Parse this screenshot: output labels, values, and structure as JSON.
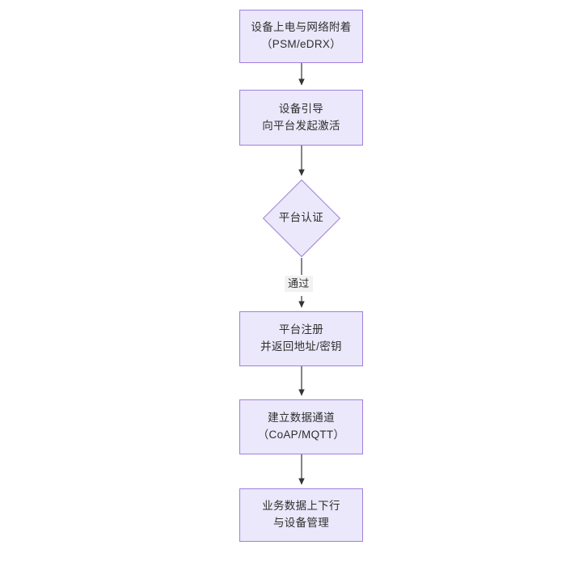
{
  "diagram": {
    "type": "flowchart",
    "orientation": "top-to-bottom",
    "theme": {
      "node_fill": "#EAE8FA",
      "node_border": "#A17FDE",
      "node_text": "#2f2f2f",
      "edge_stroke": "#333333",
      "edge_label_bg": "#f2f2f2",
      "background": "#ffffff"
    },
    "nodes": [
      {
        "id": "n1",
        "shape": "rectangle",
        "lines": [
          "设备上电与网络附着",
          "（PSM/eDRX）"
        ]
      },
      {
        "id": "n2",
        "shape": "rectangle",
        "lines": [
          "设备引导",
          "向平台发起激活"
        ]
      },
      {
        "id": "n3",
        "shape": "diamond",
        "lines": [
          "平台认证"
        ]
      },
      {
        "id": "n4",
        "shape": "rectangle",
        "lines": [
          "平台注册",
          "并返回地址/密钥"
        ]
      },
      {
        "id": "n5",
        "shape": "rectangle",
        "lines": [
          "建立数据通道",
          "（CoAP/MQTT）"
        ]
      },
      {
        "id": "n6",
        "shape": "rectangle",
        "lines": [
          "业务数据上下行",
          "与设备管理"
        ]
      }
    ],
    "edges": [
      {
        "from": "n1",
        "to": "n2",
        "label": ""
      },
      {
        "from": "n2",
        "to": "n3",
        "label": ""
      },
      {
        "from": "n3",
        "to": "n4",
        "label": "通过"
      },
      {
        "from": "n4",
        "to": "n5",
        "label": ""
      },
      {
        "from": "n5",
        "to": "n6",
        "label": ""
      }
    ]
  }
}
